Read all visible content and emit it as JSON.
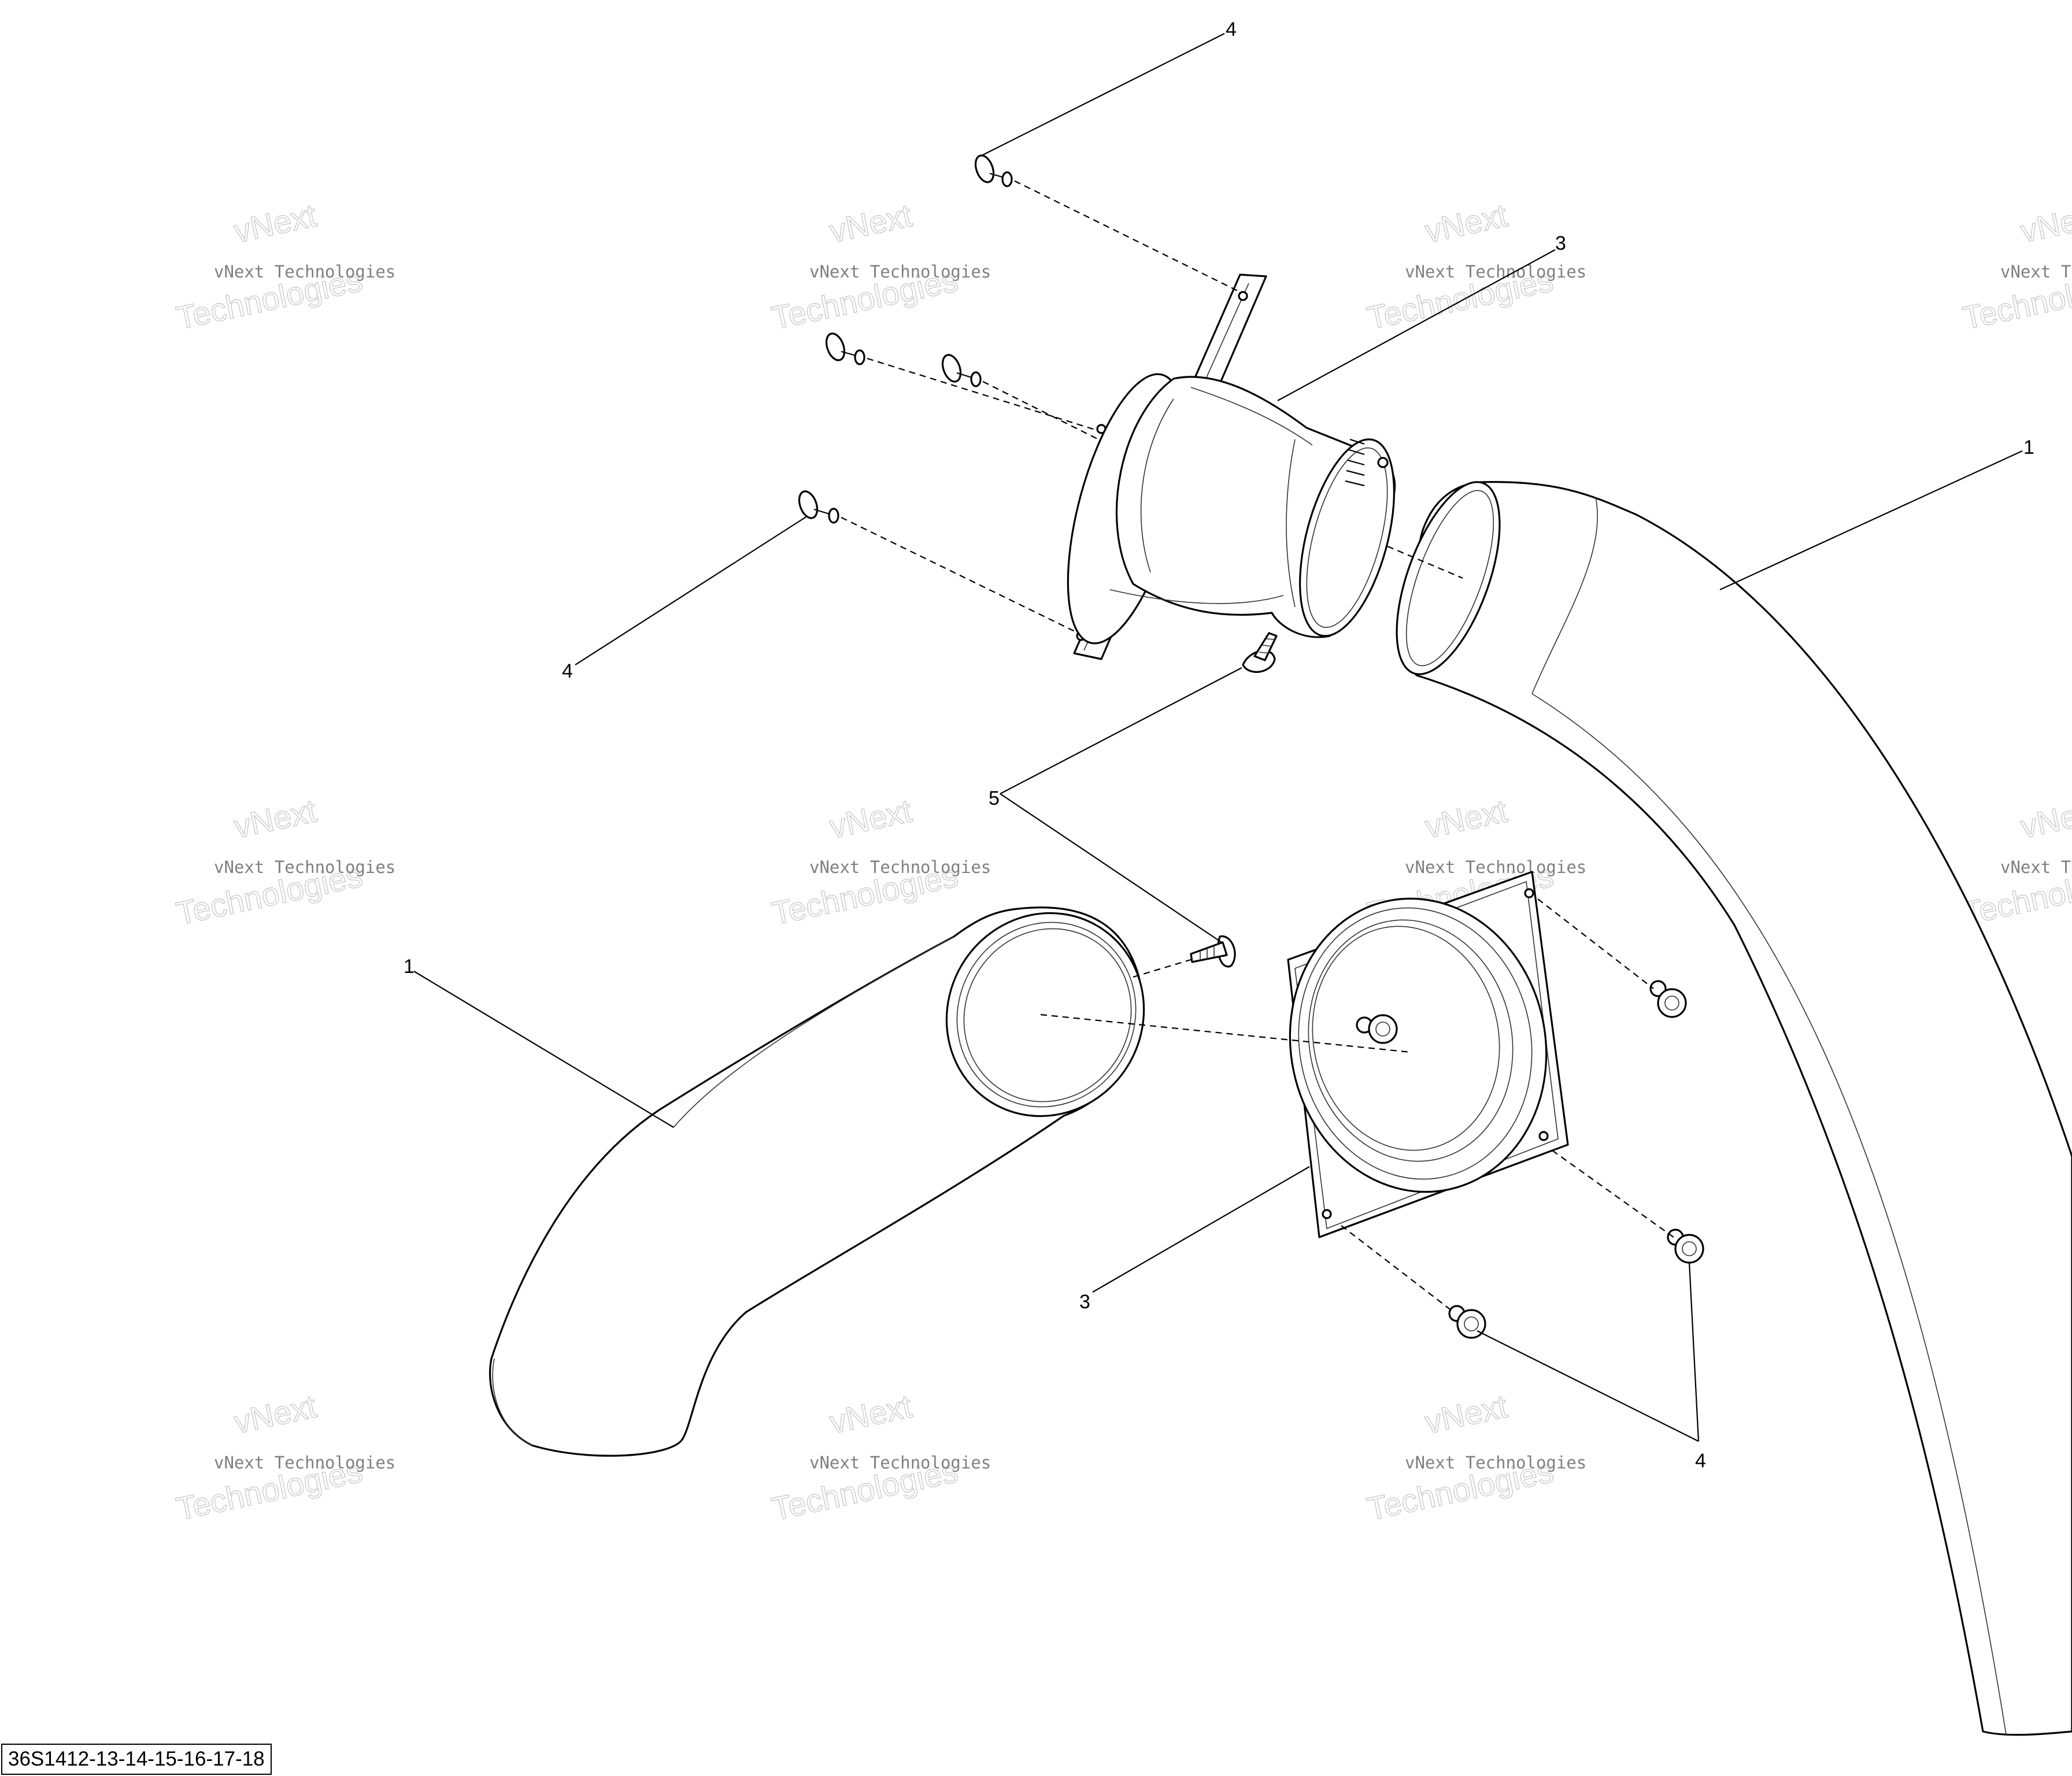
{
  "watermark": {
    "line1": "vNext",
    "line2": "vNext Technologies",
    "line3": "Technologies"
  },
  "callouts": {
    "top_rivet": "4",
    "upper_adapter": "3",
    "right_duct": "1",
    "left_rivet": "4",
    "screws": "5",
    "left_duct": "1",
    "lower_adapter": "3",
    "bottom_rivets": "4"
  },
  "drawing_id": "36S1412-13-14-15-16-17-18"
}
